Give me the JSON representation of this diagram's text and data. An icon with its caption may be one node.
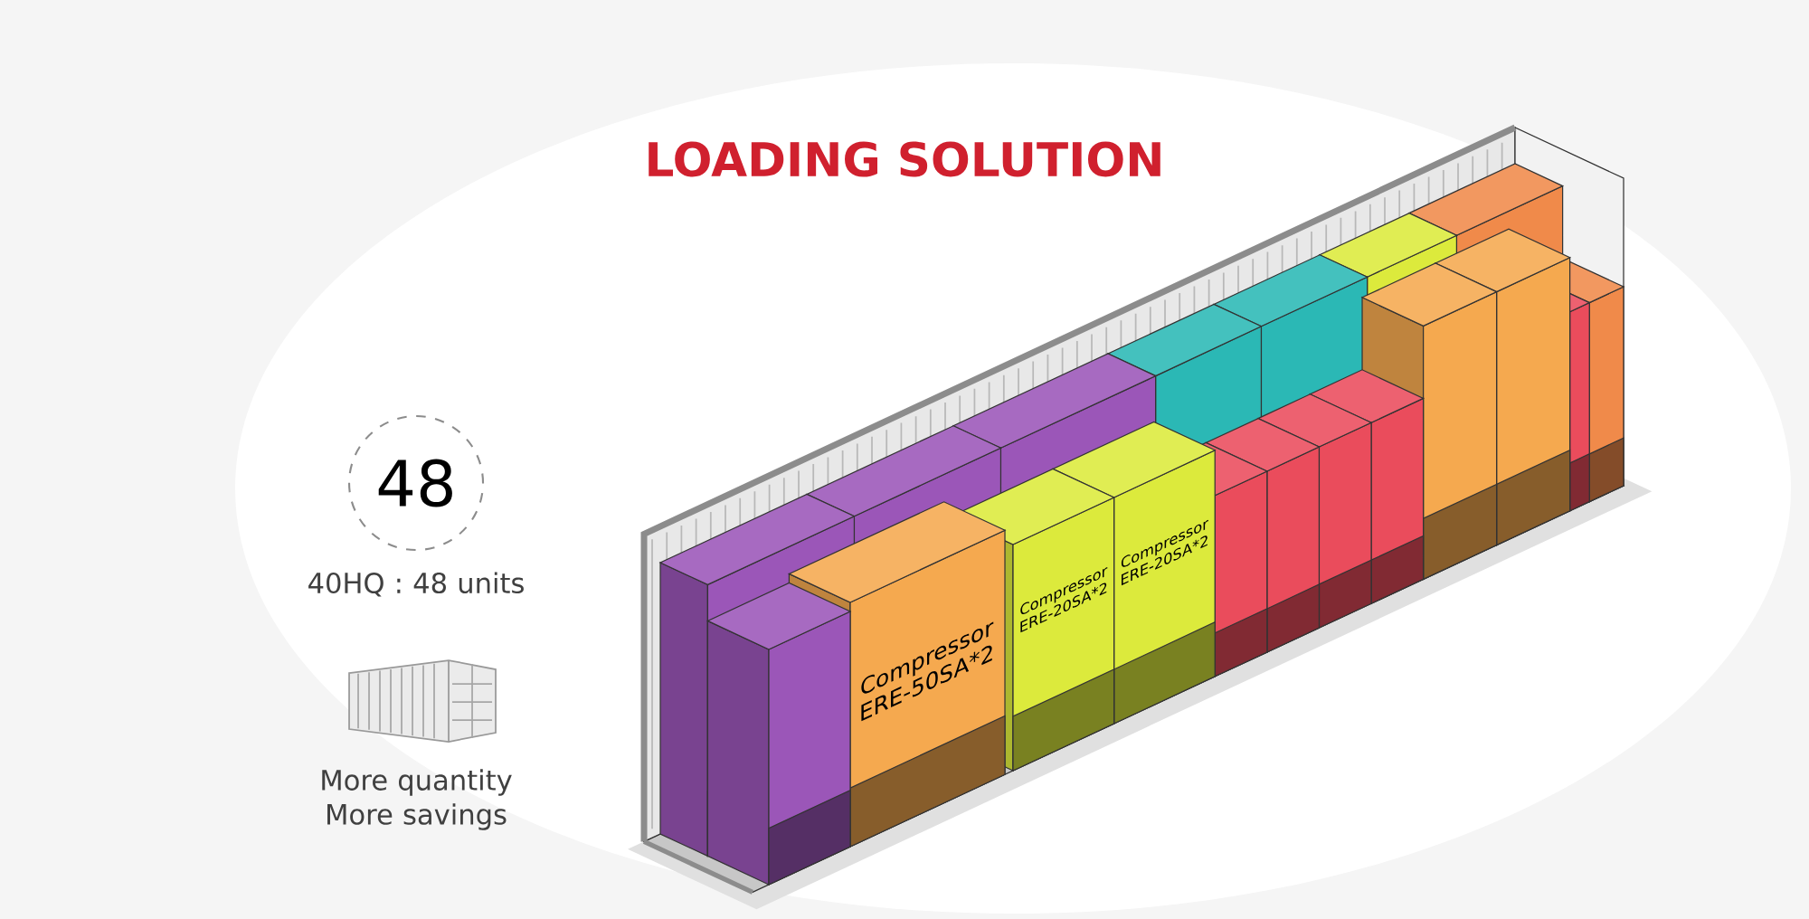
{
  "diagram": {
    "title": "LOADING SOLUTION",
    "nodes": [
      {
        "text": [
          "48"
        ]
      }
    ],
    "labels": [
      "40HQ : 48 units",
      "More quantity More savings",
      "Compressor ERE-50SA*2",
      "Compressor ERE-20SA*2",
      "Compressor ERE-20SA*2"
    ]
  }
}
